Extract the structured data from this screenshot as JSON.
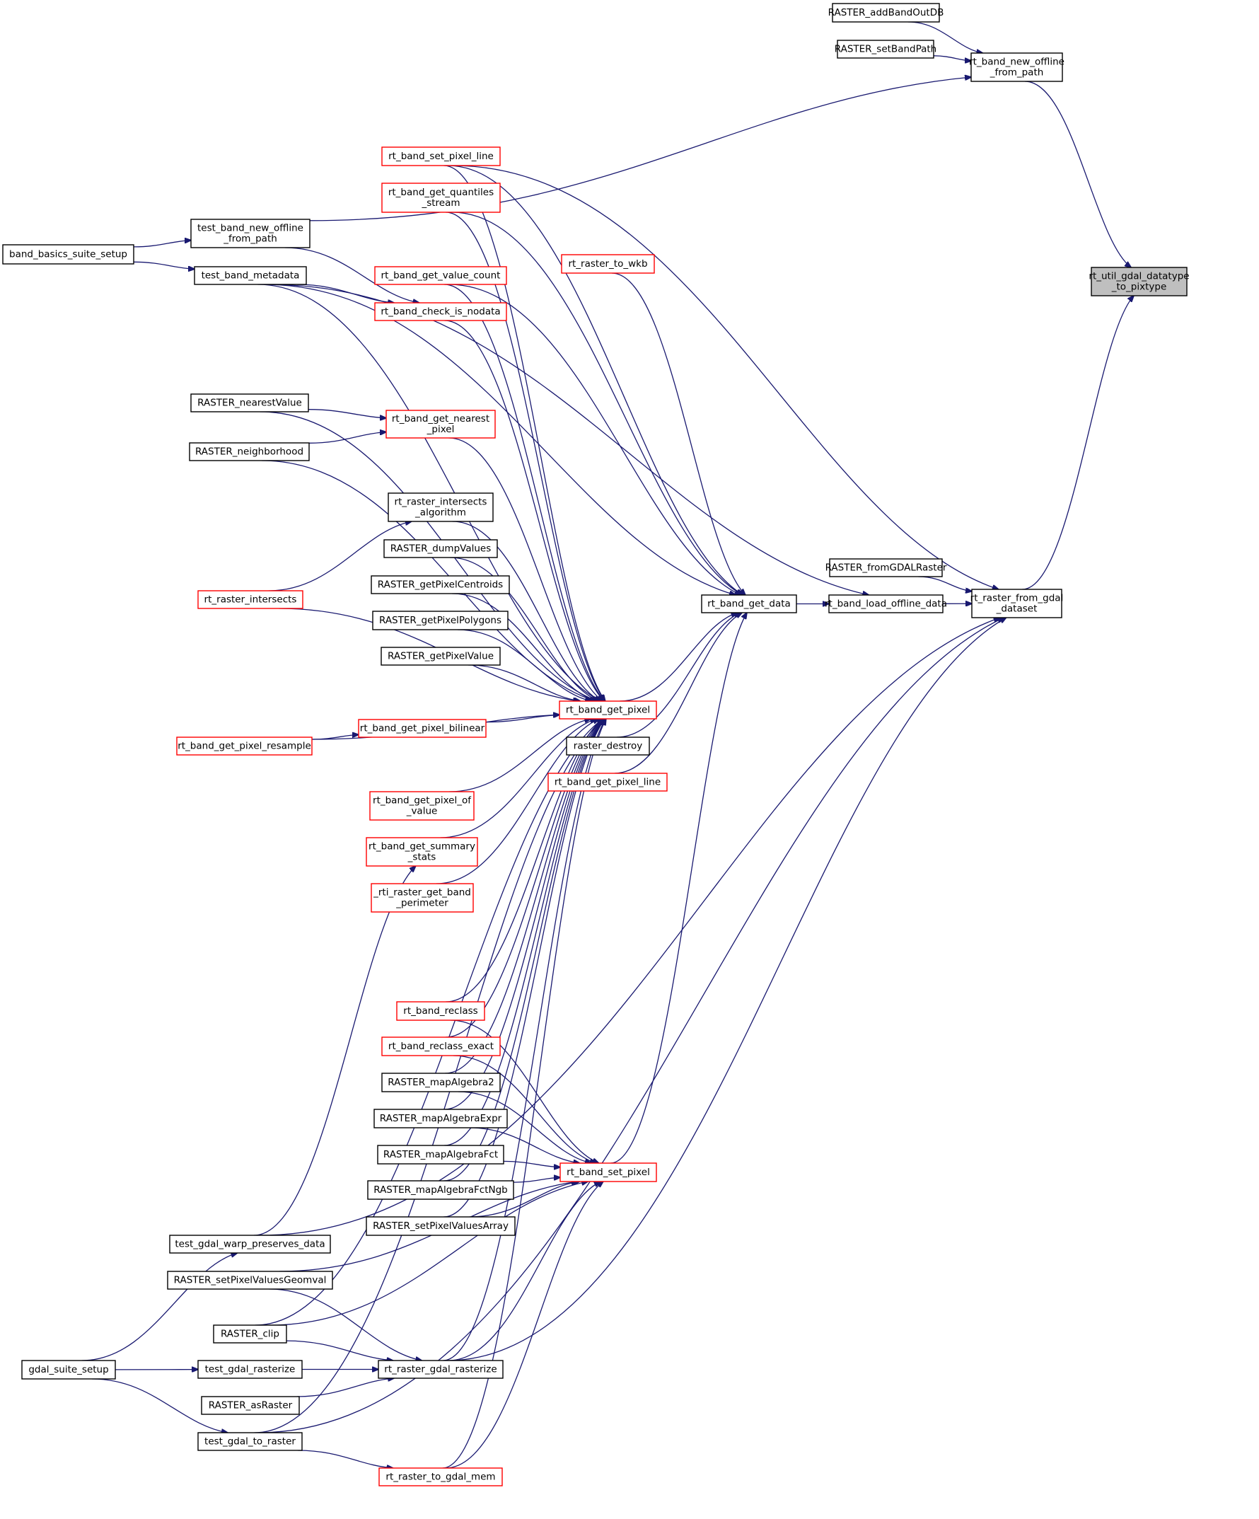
{
  "title": "Caller graph of rt_util_gdal_datatype_to_pixtype",
  "colors": {
    "edge": "#191970",
    "normal_border": "#000000",
    "red_border": "#ff0000",
    "root_fill": "#bfbfbf"
  },
  "nodes": [
    {
      "id": "root",
      "lines": [
        "rt_util_gdal_datatype",
        "_to_pixtype"
      ],
      "style": "root"
    },
    {
      "id": "new_offline",
      "lines": [
        "rt_band_new_offline",
        "_from_path"
      ],
      "style": "normal"
    },
    {
      "id": "addBandOutDB",
      "lines": [
        "RASTER_addBandOutDB"
      ],
      "style": "normal"
    },
    {
      "id": "setBandPath",
      "lines": [
        "RASTER_setBandPath"
      ],
      "style": "normal"
    },
    {
      "id": "from_gdal",
      "lines": [
        "rt_raster_from_gdal",
        "_dataset"
      ],
      "style": "normal"
    },
    {
      "id": "fromGDALRaster",
      "lines": [
        "RASTER_fromGDALRaster"
      ],
      "style": "normal"
    },
    {
      "id": "load_offline",
      "lines": [
        "rt_band_load_offline_data"
      ],
      "style": "normal"
    },
    {
      "id": "get_data",
      "lines": [
        "rt_band_get_data"
      ],
      "style": "normal"
    },
    {
      "id": "set_pixel_line",
      "lines": [
        "rt_band_set_pixel_line"
      ],
      "style": "red"
    },
    {
      "id": "quantiles",
      "lines": [
        "rt_band_get_quantiles",
        "_stream"
      ],
      "style": "red"
    },
    {
      "id": "to_wkb",
      "lines": [
        "rt_raster_to_wkb"
      ],
      "style": "red"
    },
    {
      "id": "value_count",
      "lines": [
        "rt_band_get_value_count"
      ],
      "style": "red"
    },
    {
      "id": "check_nodata",
      "lines": [
        "rt_band_check_is_nodata"
      ],
      "style": "red"
    },
    {
      "id": "test_new_offline",
      "lines": [
        "test_band_new_offline",
        "_from_path"
      ],
      "style": "normal"
    },
    {
      "id": "test_metadata",
      "lines": [
        "test_band_metadata"
      ],
      "style": "normal"
    },
    {
      "id": "band_basics",
      "lines": [
        "band_basics_suite_setup"
      ],
      "style": "normal"
    },
    {
      "id": "nearestValue",
      "lines": [
        "RASTER_nearestValue"
      ],
      "style": "normal"
    },
    {
      "id": "nearest_pixel",
      "lines": [
        "rt_band_get_nearest",
        "_pixel"
      ],
      "style": "red"
    },
    {
      "id": "neighborhood",
      "lines": [
        "RASTER_neighborhood"
      ],
      "style": "normal"
    },
    {
      "id": "intersects_alg",
      "lines": [
        "rt_raster_intersects",
        "_algorithm"
      ],
      "style": "normal"
    },
    {
      "id": "dumpValues",
      "lines": [
        "RASTER_dumpValues"
      ],
      "style": "normal"
    },
    {
      "id": "intersects",
      "lines": [
        "rt_raster_intersects"
      ],
      "style": "red"
    },
    {
      "id": "centroids",
      "lines": [
        "RASTER_getPixelCentroids"
      ],
      "style": "normal"
    },
    {
      "id": "polygons",
      "lines": [
        "RASTER_getPixelPolygons"
      ],
      "style": "normal"
    },
    {
      "id": "getPixelValue",
      "lines": [
        "RASTER_getPixelValue"
      ],
      "style": "normal"
    },
    {
      "id": "get_pixel",
      "lines": [
        "rt_band_get_pixel"
      ],
      "style": "red"
    },
    {
      "id": "raster_destroy",
      "lines": [
        "raster_destroy"
      ],
      "style": "normal"
    },
    {
      "id": "get_pixel_line",
      "lines": [
        "rt_band_get_pixel_line"
      ],
      "style": "red"
    },
    {
      "id": "bilinear",
      "lines": [
        "rt_band_get_pixel_bilinear"
      ],
      "style": "red"
    },
    {
      "id": "resample",
      "lines": [
        "rt_band_get_pixel_resample"
      ],
      "style": "red"
    },
    {
      "id": "pixel_of_value",
      "lines": [
        "rt_band_get_pixel_of",
        "_value"
      ],
      "style": "red"
    },
    {
      "id": "summary_stats",
      "lines": [
        "rt_band_get_summary",
        "_stats"
      ],
      "style": "red"
    },
    {
      "id": "perimeter",
      "lines": [
        "_rti_raster_get_band",
        "_perimeter"
      ],
      "style": "red"
    },
    {
      "id": "reclass",
      "lines": [
        "rt_band_reclass"
      ],
      "style": "red"
    },
    {
      "id": "reclass_exact",
      "lines": [
        "rt_band_reclass_exact"
      ],
      "style": "red"
    },
    {
      "id": "mapAlgebra2",
      "lines": [
        "RASTER_mapAlgebra2"
      ],
      "style": "normal"
    },
    {
      "id": "mapAlgebraExpr",
      "lines": [
        "RASTER_mapAlgebraExpr"
      ],
      "style": "normal"
    },
    {
      "id": "mapAlgebraFct",
      "lines": [
        "RASTER_mapAlgebraFct"
      ],
      "style": "normal"
    },
    {
      "id": "mapAlgebraFctNgb",
      "lines": [
        "RASTER_mapAlgebraFctNgb"
      ],
      "style": "normal"
    },
    {
      "id": "setPixelValuesArray",
      "lines": [
        "RASTER_setPixelValuesArray"
      ],
      "style": "normal"
    },
    {
      "id": "set_pixel",
      "lines": [
        "rt_band_set_pixel"
      ],
      "style": "red"
    },
    {
      "id": "warp_preserves",
      "lines": [
        "test_gdal_warp_preserves_data"
      ],
      "style": "normal"
    },
    {
      "id": "geomval",
      "lines": [
        "RASTER_setPixelValuesGeomval"
      ],
      "style": "normal"
    },
    {
      "id": "clip",
      "lines": [
        "RASTER_clip"
      ],
      "style": "normal"
    },
    {
      "id": "gdal_suite",
      "lines": [
        "gdal_suite_setup"
      ],
      "style": "normal"
    },
    {
      "id": "test_rasterize",
      "lines": [
        "test_gdal_rasterize"
      ],
      "style": "normal"
    },
    {
      "id": "gdal_rasterize",
      "lines": [
        "rt_raster_gdal_rasterize"
      ],
      "style": "normal"
    },
    {
      "id": "asRaster",
      "lines": [
        "RASTER_asRaster"
      ],
      "style": "normal"
    },
    {
      "id": "test_to_raster",
      "lines": [
        "test_gdal_to_raster"
      ],
      "style": "normal"
    },
    {
      "id": "to_gdal_mem",
      "lines": [
        "rt_raster_to_gdal_mem"
      ],
      "style": "red"
    }
  ],
  "edges": [
    {
      "from": "new_offline",
      "to": "root"
    },
    {
      "from": "from_gdal",
      "to": "root"
    },
    {
      "from": "addBandOutDB",
      "to": "new_offline"
    },
    {
      "from": "setBandPath",
      "to": "new_offline"
    },
    {
      "from": "test_new_offline",
      "to": "new_offline"
    },
    {
      "from": "fromGDALRaster",
      "to": "from_gdal"
    },
    {
      "from": "load_offline",
      "to": "from_gdal"
    },
    {
      "from": "set_pixel_line",
      "to": "from_gdal"
    },
    {
      "from": "warp_preserves",
      "to": "from_gdal"
    },
    {
      "from": "gdal_rasterize",
      "to": "from_gdal"
    },
    {
      "from": "test_to_raster",
      "to": "from_gdal"
    },
    {
      "from": "get_data",
      "to": "load_offline"
    },
    {
      "from": "test_metadata",
      "to": "load_offline"
    },
    {
      "from": "set_pixel_line",
      "to": "get_data"
    },
    {
      "from": "quantiles",
      "to": "get_data"
    },
    {
      "from": "to_wkb",
      "to": "get_data"
    },
    {
      "from": "value_count",
      "to": "get_data"
    },
    {
      "from": "test_metadata",
      "to": "get_data"
    },
    {
      "from": "get_pixel",
      "to": "get_data"
    },
    {
      "from": "raster_destroy",
      "to": "get_data"
    },
    {
      "from": "get_pixel_line",
      "to": "get_data"
    },
    {
      "from": "set_pixel",
      "to": "get_data"
    },
    {
      "from": "band_basics",
      "to": "test_new_offline"
    },
    {
      "from": "band_basics",
      "to": "test_metadata"
    },
    {
      "from": "test_new_offline",
      "to": "check_nodata"
    },
    {
      "from": "test_metadata",
      "to": "check_nodata"
    },
    {
      "from": "test_metadata",
      "to": "get_pixel"
    },
    {
      "from": "set_pixel_line",
      "to": "get_pixel"
    },
    {
      "from": "quantiles",
      "to": "get_pixel"
    },
    {
      "from": "value_count",
      "to": "get_pixel"
    },
    {
      "from": "check_nodata",
      "to": "get_pixel"
    },
    {
      "from": "nearestValue",
      "to": "nearest_pixel"
    },
    {
      "from": "neighborhood",
      "to": "nearest_pixel"
    },
    {
      "from": "nearestValue",
      "to": "get_pixel"
    },
    {
      "from": "neighborhood",
      "to": "get_pixel"
    },
    {
      "from": "nearest_pixel",
      "to": "get_pixel"
    },
    {
      "from": "intersects",
      "to": "intersects_alg"
    },
    {
      "from": "intersects_alg",
      "to": "get_pixel"
    },
    {
      "from": "dumpValues",
      "to": "get_pixel"
    },
    {
      "from": "centroids",
      "to": "get_pixel"
    },
    {
      "from": "polygons",
      "to": "get_pixel"
    },
    {
      "from": "getPixelValue",
      "to": "get_pixel"
    },
    {
      "from": "intersects",
      "to": "get_pixel"
    },
    {
      "from": "resample",
      "to": "bilinear"
    },
    {
      "from": "bilinear",
      "to": "get_pixel"
    },
    {
      "from": "resample",
      "to": "get_pixel"
    },
    {
      "from": "pixel_of_value",
      "to": "get_pixel"
    },
    {
      "from": "summary_stats",
      "to": "get_pixel"
    },
    {
      "from": "perimeter",
      "to": "get_pixel"
    },
    {
      "from": "reclass",
      "to": "get_pixel"
    },
    {
      "from": "reclass_exact",
      "to": "get_pixel"
    },
    {
      "from": "mapAlgebra2",
      "to": "get_pixel"
    },
    {
      "from": "mapAlgebraExpr",
      "to": "get_pixel"
    },
    {
      "from": "mapAlgebraFct",
      "to": "get_pixel"
    },
    {
      "from": "mapAlgebraFctNgb",
      "to": "get_pixel"
    },
    {
      "from": "setPixelValuesArray",
      "to": "get_pixel"
    },
    {
      "from": "clip",
      "to": "get_pixel"
    },
    {
      "from": "gdal_rasterize",
      "to": "get_pixel"
    },
    {
      "from": "test_to_raster",
      "to": "get_pixel"
    },
    {
      "from": "to_gdal_mem",
      "to": "get_pixel"
    },
    {
      "from": "warp_preserves",
      "to": "summary_stats"
    },
    {
      "from": "reclass",
      "to": "set_pixel"
    },
    {
      "from": "reclass_exact",
      "to": "set_pixel"
    },
    {
      "from": "mapAlgebra2",
      "to": "set_pixel"
    },
    {
      "from": "mapAlgebraExpr",
      "to": "set_pixel"
    },
    {
      "from": "mapAlgebraFct",
      "to": "set_pixel"
    },
    {
      "from": "mapAlgebraFctNgb",
      "to": "set_pixel"
    },
    {
      "from": "setPixelValuesArray",
      "to": "set_pixel"
    },
    {
      "from": "geomval",
      "to": "set_pixel"
    },
    {
      "from": "clip",
      "to": "set_pixel"
    },
    {
      "from": "gdal_rasterize",
      "to": "set_pixel"
    },
    {
      "from": "to_gdal_mem",
      "to": "set_pixel"
    },
    {
      "from": "gdal_suite",
      "to": "warp_preserves"
    },
    {
      "from": "gdal_suite",
      "to": "test_rasterize"
    },
    {
      "from": "gdal_suite",
      "to": "test_to_raster"
    },
    {
      "from": "test_rasterize",
      "to": "gdal_rasterize"
    },
    {
      "from": "geomval",
      "to": "gdal_rasterize"
    },
    {
      "from": "clip",
      "to": "gdal_rasterize"
    },
    {
      "from": "asRaster",
      "to": "gdal_rasterize"
    },
    {
      "from": "test_to_raster",
      "to": "to_gdal_mem"
    }
  ]
}
